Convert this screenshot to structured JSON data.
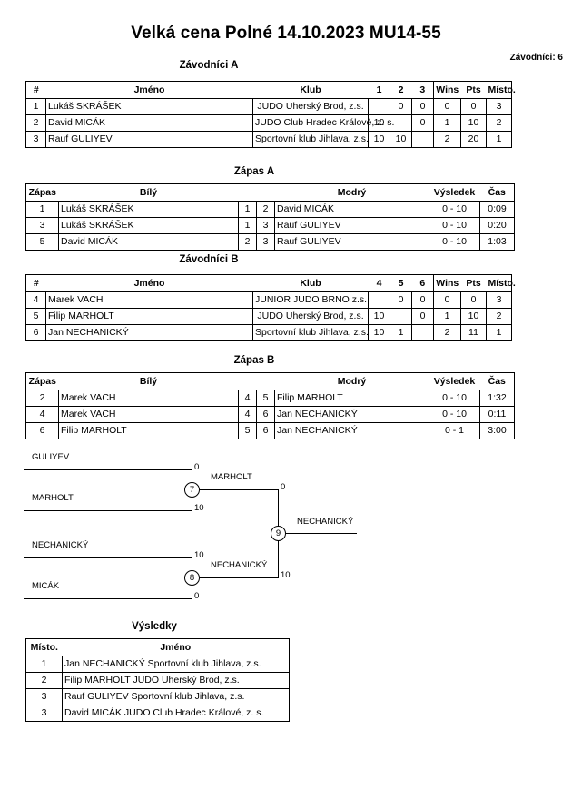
{
  "header": {
    "title": "Velká cena Polné 14.10.2023 MU14-55",
    "competitors_label": "Závodníci: 6"
  },
  "group_a": {
    "caption": "Závodníci A",
    "columns": [
      "#",
      "Jméno",
      "Klub",
      "1",
      "2",
      "3",
      "Wins",
      "Pts",
      "Místo."
    ],
    "rows": [
      {
        "num": "1",
        "name": "Lukáš SKRÁŠEK",
        "club": "JUDO Uherský Brod, z.s.",
        "m1": "",
        "m2": "0",
        "m3": "0",
        "wins": "0",
        "pts": "0",
        "place": "3"
      },
      {
        "num": "2",
        "name": "David MICÁK",
        "club": "JUDO Club Hradec Králové, z. s.",
        "m1": "10",
        "m2": "",
        "m3": "0",
        "wins": "1",
        "pts": "10",
        "place": "2"
      },
      {
        "num": "3",
        "name": "Rauf GULIYEV",
        "club": "Sportovní klub Jihlava, z.s.",
        "m1": "10",
        "m2": "10",
        "m3": "",
        "wins": "2",
        "pts": "20",
        "place": "1"
      }
    ]
  },
  "match_a": {
    "caption": "Zápas A",
    "columns": [
      "Zápas",
      "Bílý",
      "",
      "",
      "Modrý",
      "Výsledek",
      "Čas"
    ],
    "rows": [
      {
        "no": "1",
        "white": "Lukáš SKRÁŠEK",
        "wn": "1",
        "bn": "2",
        "blue": "David MICÁK",
        "result": "0 - 10",
        "time": "0:09"
      },
      {
        "no": "3",
        "white": "Lukáš SKRÁŠEK",
        "wn": "1",
        "bn": "3",
        "blue": "Rauf GULIYEV",
        "result": "0 - 10",
        "time": "0:20"
      },
      {
        "no": "5",
        "white": "David MICÁK",
        "wn": "2",
        "bn": "3",
        "blue": "Rauf GULIYEV",
        "result": "0 - 10",
        "time": "1:03"
      }
    ]
  },
  "group_b": {
    "caption": "Závodníci B",
    "columns": [
      "#",
      "Jméno",
      "Klub",
      "4",
      "5",
      "6",
      "Wins",
      "Pts",
      "Místo."
    ],
    "rows": [
      {
        "num": "4",
        "name": "Marek VACH",
        "club": "JUNIOR JUDO BRNO z.s.",
        "m1": "",
        "m2": "0",
        "m3": "0",
        "wins": "0",
        "pts": "0",
        "place": "3"
      },
      {
        "num": "5",
        "name": "Filip MARHOLT",
        "club": "JUDO Uherský Brod, z.s.",
        "m1": "10",
        "m2": "",
        "m3": "0",
        "wins": "1",
        "pts": "10",
        "place": "2"
      },
      {
        "num": "6",
        "name": "Jan NECHANICKÝ",
        "club": "Sportovní klub Jihlava, z.s.",
        "m1": "10",
        "m2": "1",
        "m3": "",
        "wins": "2",
        "pts": "11",
        "place": "1"
      }
    ]
  },
  "match_b": {
    "caption": "Zápas B",
    "columns": [
      "Zápas",
      "Bílý",
      "",
      "",
      "Modrý",
      "Výsledek",
      "Čas"
    ],
    "rows": [
      {
        "no": "2",
        "white": "Marek VACH",
        "wn": "4",
        "bn": "5",
        "blue": "Filip MARHOLT",
        "result": "0 - 10",
        "time": "1:32"
      },
      {
        "no": "4",
        "white": "Marek VACH",
        "wn": "4",
        "bn": "6",
        "blue": "Jan NECHANICKÝ",
        "result": "0 - 10",
        "time": "0:11"
      },
      {
        "no": "6",
        "white": "Filip MARHOLT",
        "wn": "5",
        "bn": "6",
        "blue": "Jan NECHANICKÝ",
        "result": "0 - 1",
        "time": "3:00"
      }
    ]
  },
  "bracket": {
    "semi1": {
      "node": "7",
      "top_name": "GULIYEV",
      "top_score": "0",
      "bottom_name": "MARHOLT",
      "bottom_score": "10",
      "winner": "MARHOLT"
    },
    "semi2": {
      "node": "8",
      "top_name": "NECHANICKÝ",
      "top_score": "10",
      "bottom_name": "MICÁK",
      "bottom_score": "0",
      "winner": "NECHANICKÝ"
    },
    "final": {
      "node": "9",
      "top_score": "0",
      "bottom_score": "10",
      "winner": "NECHANICKÝ"
    }
  },
  "results": {
    "caption": "Výsledky",
    "columns": [
      "Místo.",
      "Jméno"
    ],
    "rows": [
      {
        "place": "1",
        "name": "Jan NECHANICKÝ Sportovní klub Jihlava, z.s."
      },
      {
        "place": "2",
        "name": "Filip MARHOLT JUDO Uherský Brod, z.s."
      },
      {
        "place": "3",
        "name": "Rauf GULIYEV Sportovní klub Jihlava, z.s."
      },
      {
        "place": "3",
        "name": "David MICÁK JUDO Club Hradec Králové, z. s."
      }
    ]
  }
}
